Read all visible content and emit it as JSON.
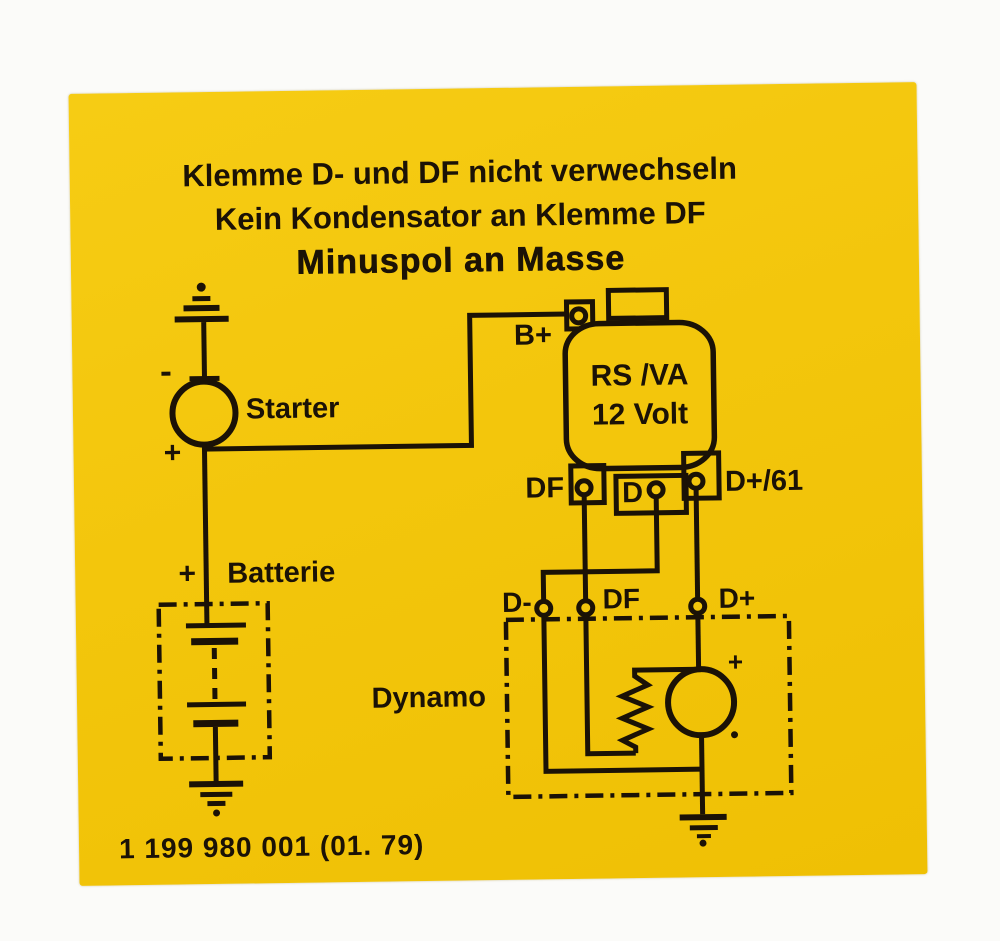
{
  "sticker": {
    "header": {
      "line1": "Klemme D- und DF nicht verwechseln",
      "line2": "Kein Kondensator an Klemme DF",
      "line3": "Minuspol an Masse"
    },
    "diagram": {
      "starter": {
        "label": "Starter",
        "plus": "+"
      },
      "battery": {
        "label": "Batterie",
        "plus": "+"
      },
      "regulator": {
        "model": "RS /VA",
        "voltage": "12 Volt",
        "terminal_b_plus": "B+",
        "terminal_df": "DF",
        "terminal_d": "D",
        "terminal_d_plus_61": "D+/61"
      },
      "dynamo": {
        "label": "Dynamo",
        "terminal_d_minus": "D-",
        "terminal_df": "DF",
        "terminal_d_plus": "D+",
        "armature_plus": "+"
      }
    },
    "part_number": "1 199 980 001 (01. 79)",
    "colors": {
      "sticker_yellow": "#f3c60c",
      "ink": "#1b1206",
      "background": "#fbfbf9"
    }
  }
}
